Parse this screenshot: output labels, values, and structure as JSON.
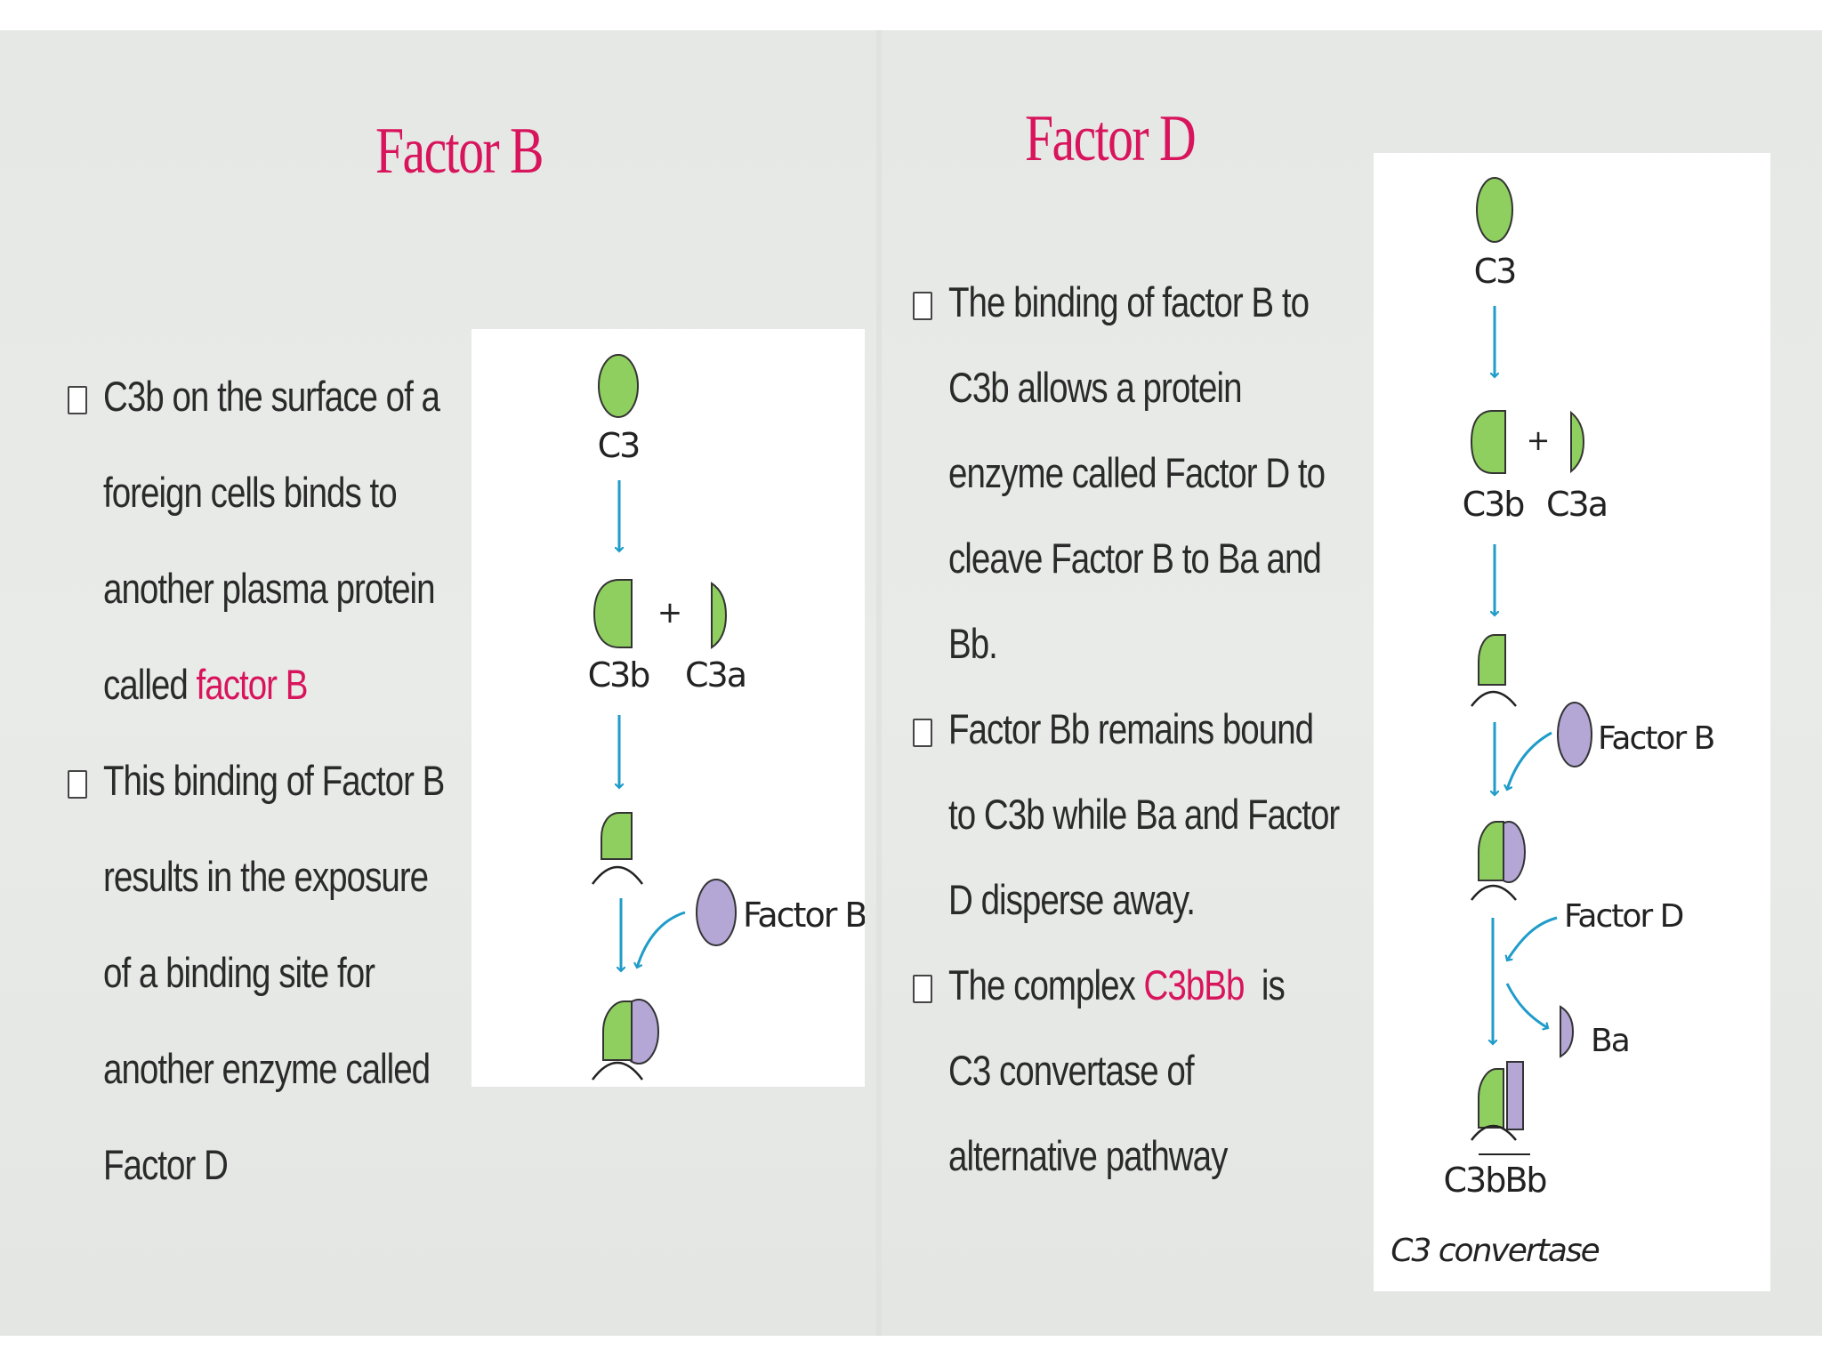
{
  "left": {
    "title": "Factor B",
    "bullets": [
      {
        "lines": [
          "C3b on the surface of a",
          "foreign cells binds to",
          "another plasma protein"
        ],
        "last_plain": "called ",
        "last_hl": "factor B"
      },
      {
        "lines": [
          "This binding of Factor B",
          "results in the exposure",
          "of a binding site for",
          "another enzyme called",
          "Factor D"
        ]
      }
    ],
    "diagram": {
      "c3": "C3",
      "c3b": "C3b",
      "c3a": "C3a",
      "plus": "+",
      "factor_b": "Factor B"
    }
  },
  "right": {
    "title": "Factor D",
    "bullets": [
      {
        "lines": [
          "The binding of factor B to",
          "C3b allows a protein",
          "enzyme called Factor D to",
          "cleave Factor B to Ba and",
          "Bb."
        ]
      },
      {
        "lines": [
          "Factor Bb remains bound",
          "to C3b while Ba and Factor",
          "D disperse away."
        ]
      },
      {
        "first_plain": "The complex ",
        "first_hl": "C3bBb",
        "first_tail": "  is",
        "lines": [
          "C3 convertase of",
          "alternative pathway"
        ]
      }
    ],
    "diagram": {
      "c3": "C3",
      "c3b": "C3b",
      "c3a": "C3a",
      "plus": "+",
      "factor_b": "Factor B",
      "factor_d": "Factor D",
      "ba": "Ba",
      "complex": "C3bBb",
      "convertase": "C3 convertase"
    }
  },
  "colors": {
    "accent": "#d8155c",
    "green": "#8fcf5f",
    "purple": "#b4a7d6",
    "arrow": "#1f9cc9"
  }
}
